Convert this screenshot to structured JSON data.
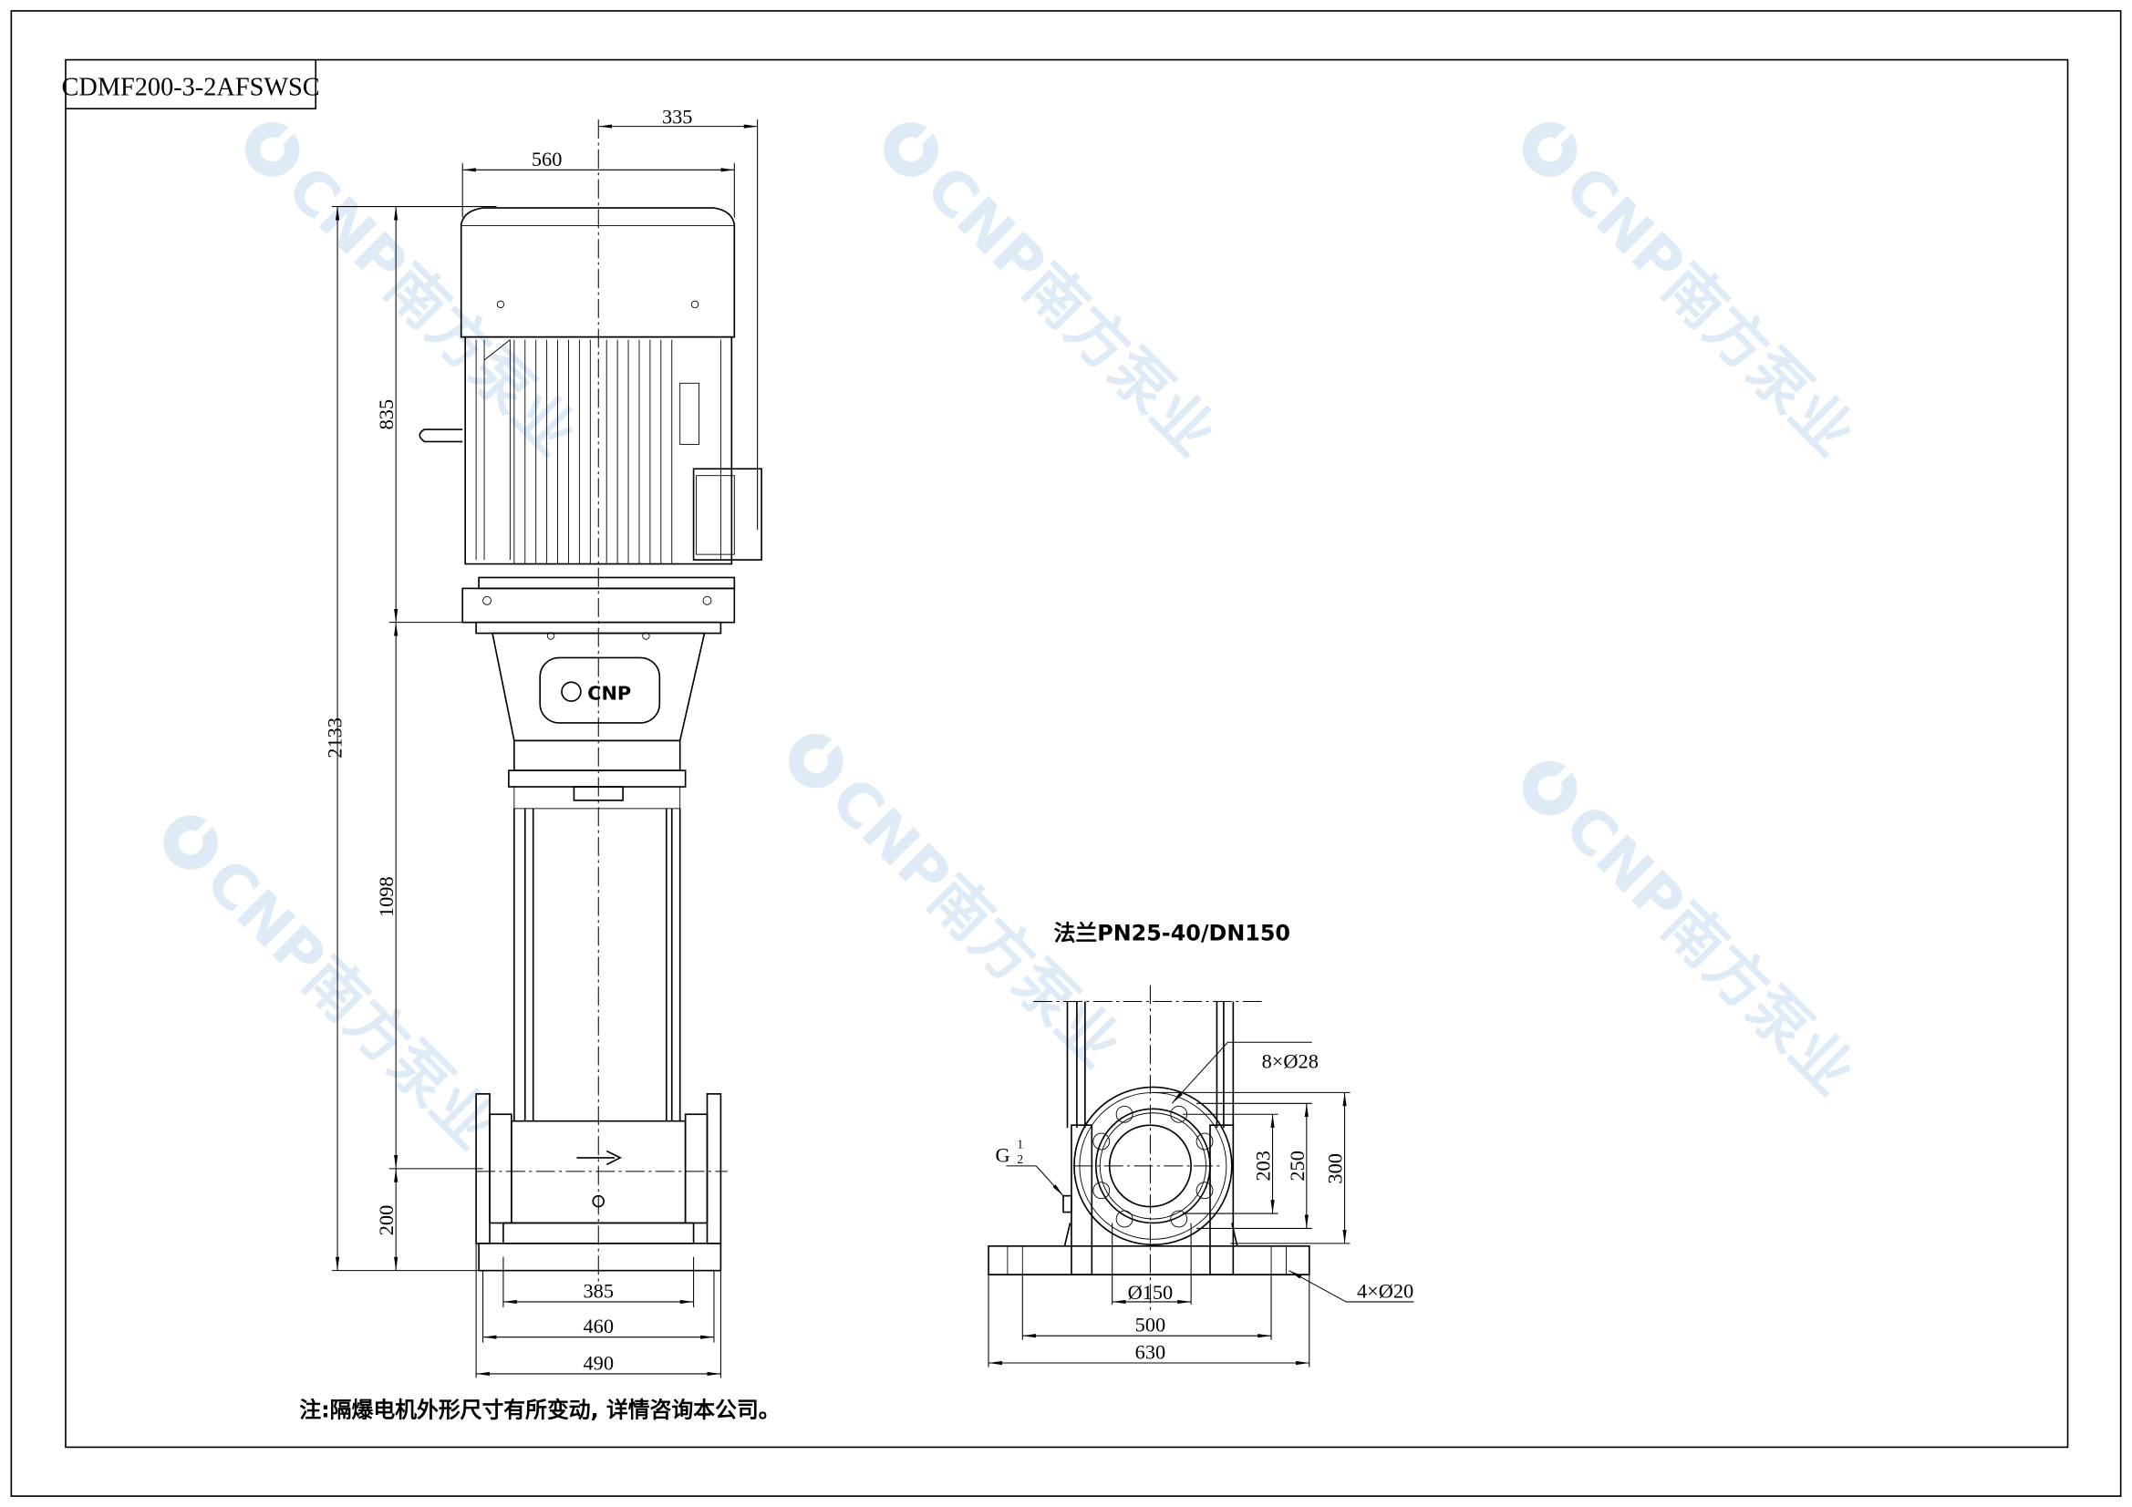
{
  "title_block": {
    "model": "CDMF200-3-2AFSWSC"
  },
  "watermark": {
    "brand": "CNP",
    "chinese": "南方泵业"
  },
  "front_view": {
    "logo_text": "CNP",
    "dims": {
      "motor_width": "560",
      "motor_offset": "335",
      "overall_height": "2133",
      "motor_height": "835",
      "pump_height": "1098",
      "inlet_height": "200",
      "base_hole_spacing": "385",
      "base_width": "460",
      "flange_span": "490"
    }
  },
  "side_view": {
    "flange_label": "法兰PN25-40/DN150",
    "bolt_holes": "8×Ø28",
    "drain_plug_g": "G",
    "drain_plug_num": "1",
    "drain_plug_den": "2",
    "bolt_circle": "203",
    "flange_diameter_inner": "250",
    "flange_outer": "300",
    "bore": "Ø150",
    "base_hole_spacing": "500",
    "base_width": "630",
    "base_holes": "4×Ø20"
  },
  "note": "注:隔爆电机外形尺寸有所变动, 详情咨询本公司。"
}
